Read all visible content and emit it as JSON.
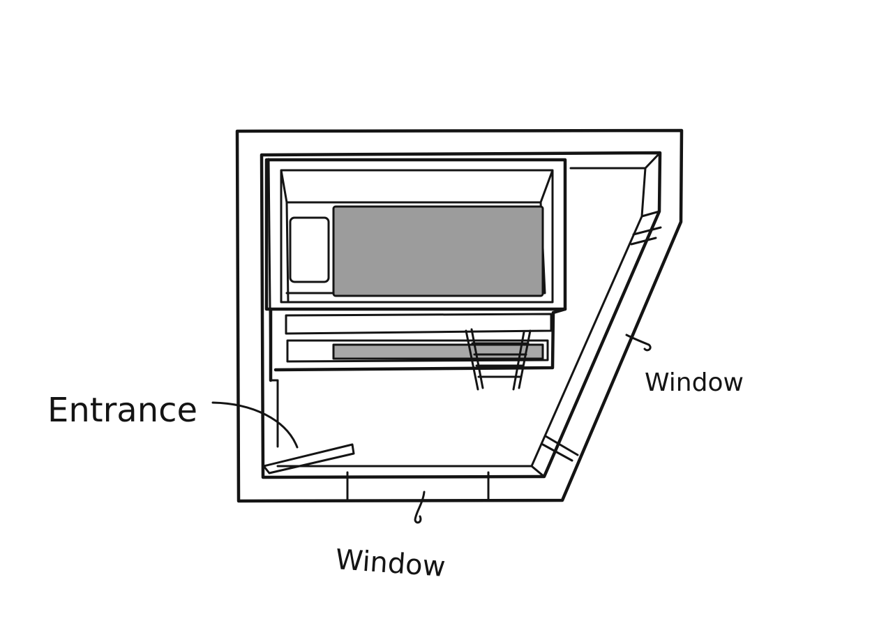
{
  "labels": {
    "entrance": "Entrance",
    "window_bottom": "Window",
    "window_right": "Window"
  },
  "colors": {
    "ink": "#141414",
    "mattress": "#9c9c9c",
    "lower_mattress": "#a8a8a8",
    "pillow": "#ffffff",
    "background": "#ffffff"
  }
}
